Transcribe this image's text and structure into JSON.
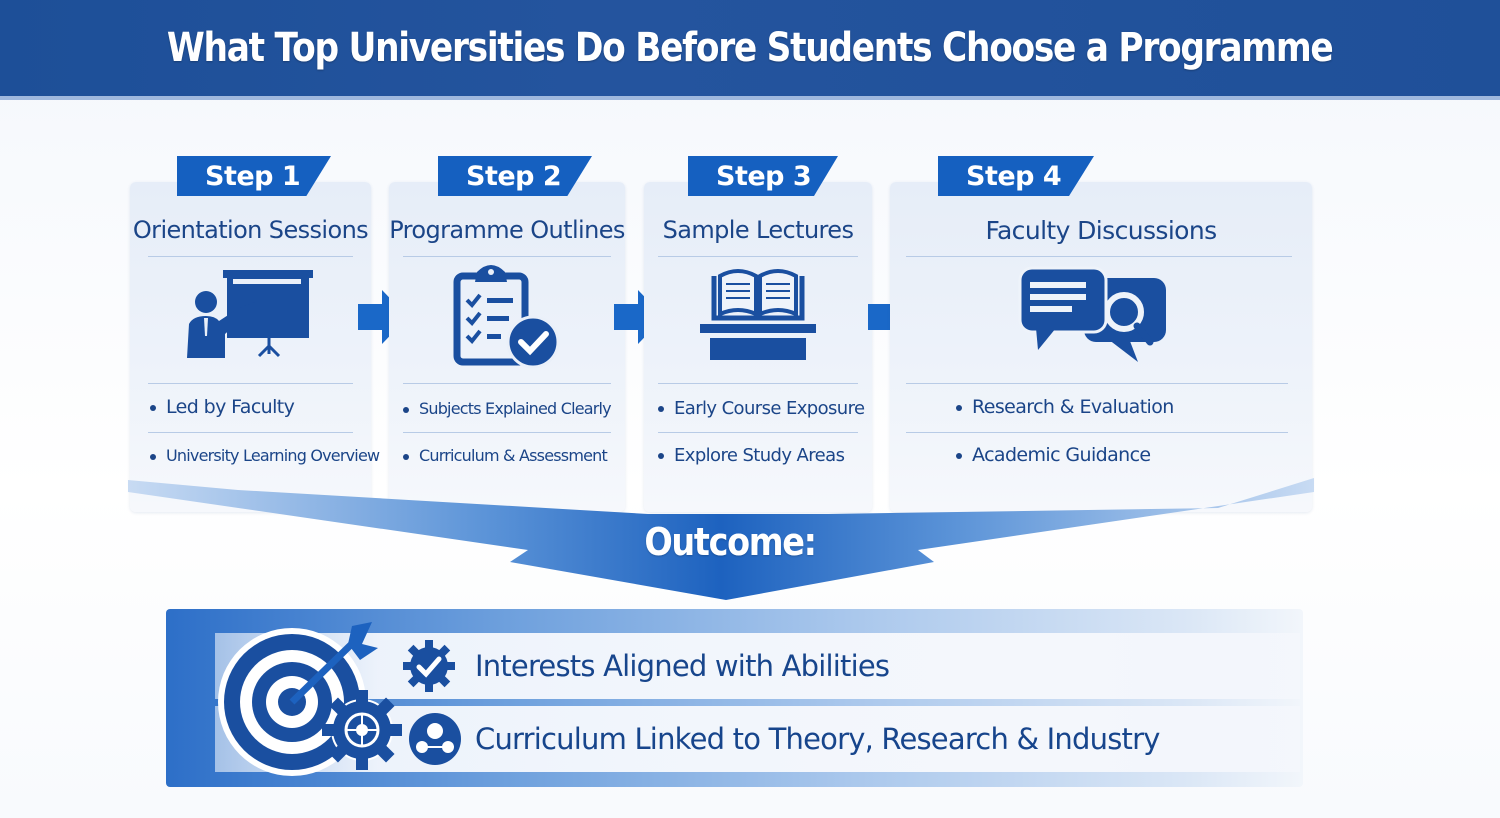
{
  "header": {
    "title": "What Top Universities Do Before Students Choose a Programme"
  },
  "steps": [
    {
      "tab": "Step 1",
      "title": "Orientation Sessions",
      "icon": "presenter-board-icon",
      "bullets": [
        "Led by Faculty",
        "University Learning Overview"
      ]
    },
    {
      "tab": "Step 2",
      "title": "Programme Outlines",
      "icon": "clipboard-checklist-icon",
      "bullets": [
        "Subjects Explained Clearly",
        "Curriculum & Assessment"
      ]
    },
    {
      "tab": "Step 3",
      "title": "Sample Lectures",
      "icon": "book-lectern-icon",
      "bullets": [
        "Early Course Exposure",
        "Explore Study Areas"
      ]
    },
    {
      "tab": "Step 4",
      "title": "Faculty Discussions",
      "icon": "chat-search-icon",
      "bullets": [
        "Research & Evaluation",
        "Academic Guidance"
      ]
    }
  ],
  "outcome": {
    "label": "Outcome:",
    "items": [
      {
        "icon": "gear-check-icon",
        "text": "Interests Aligned with Abilities"
      },
      {
        "icon": "people-network-icon",
        "text": "Curriculum Linked to Theory, Research & Industry"
      }
    ],
    "illustration": "target-arrow-gear-icon"
  },
  "colors": {
    "header_bg": "#1f5099",
    "step_tab": "#1560c0",
    "text_primary": "#1b4588",
    "card_bg": "#e9eff8",
    "arrow": "#1a68c8"
  }
}
